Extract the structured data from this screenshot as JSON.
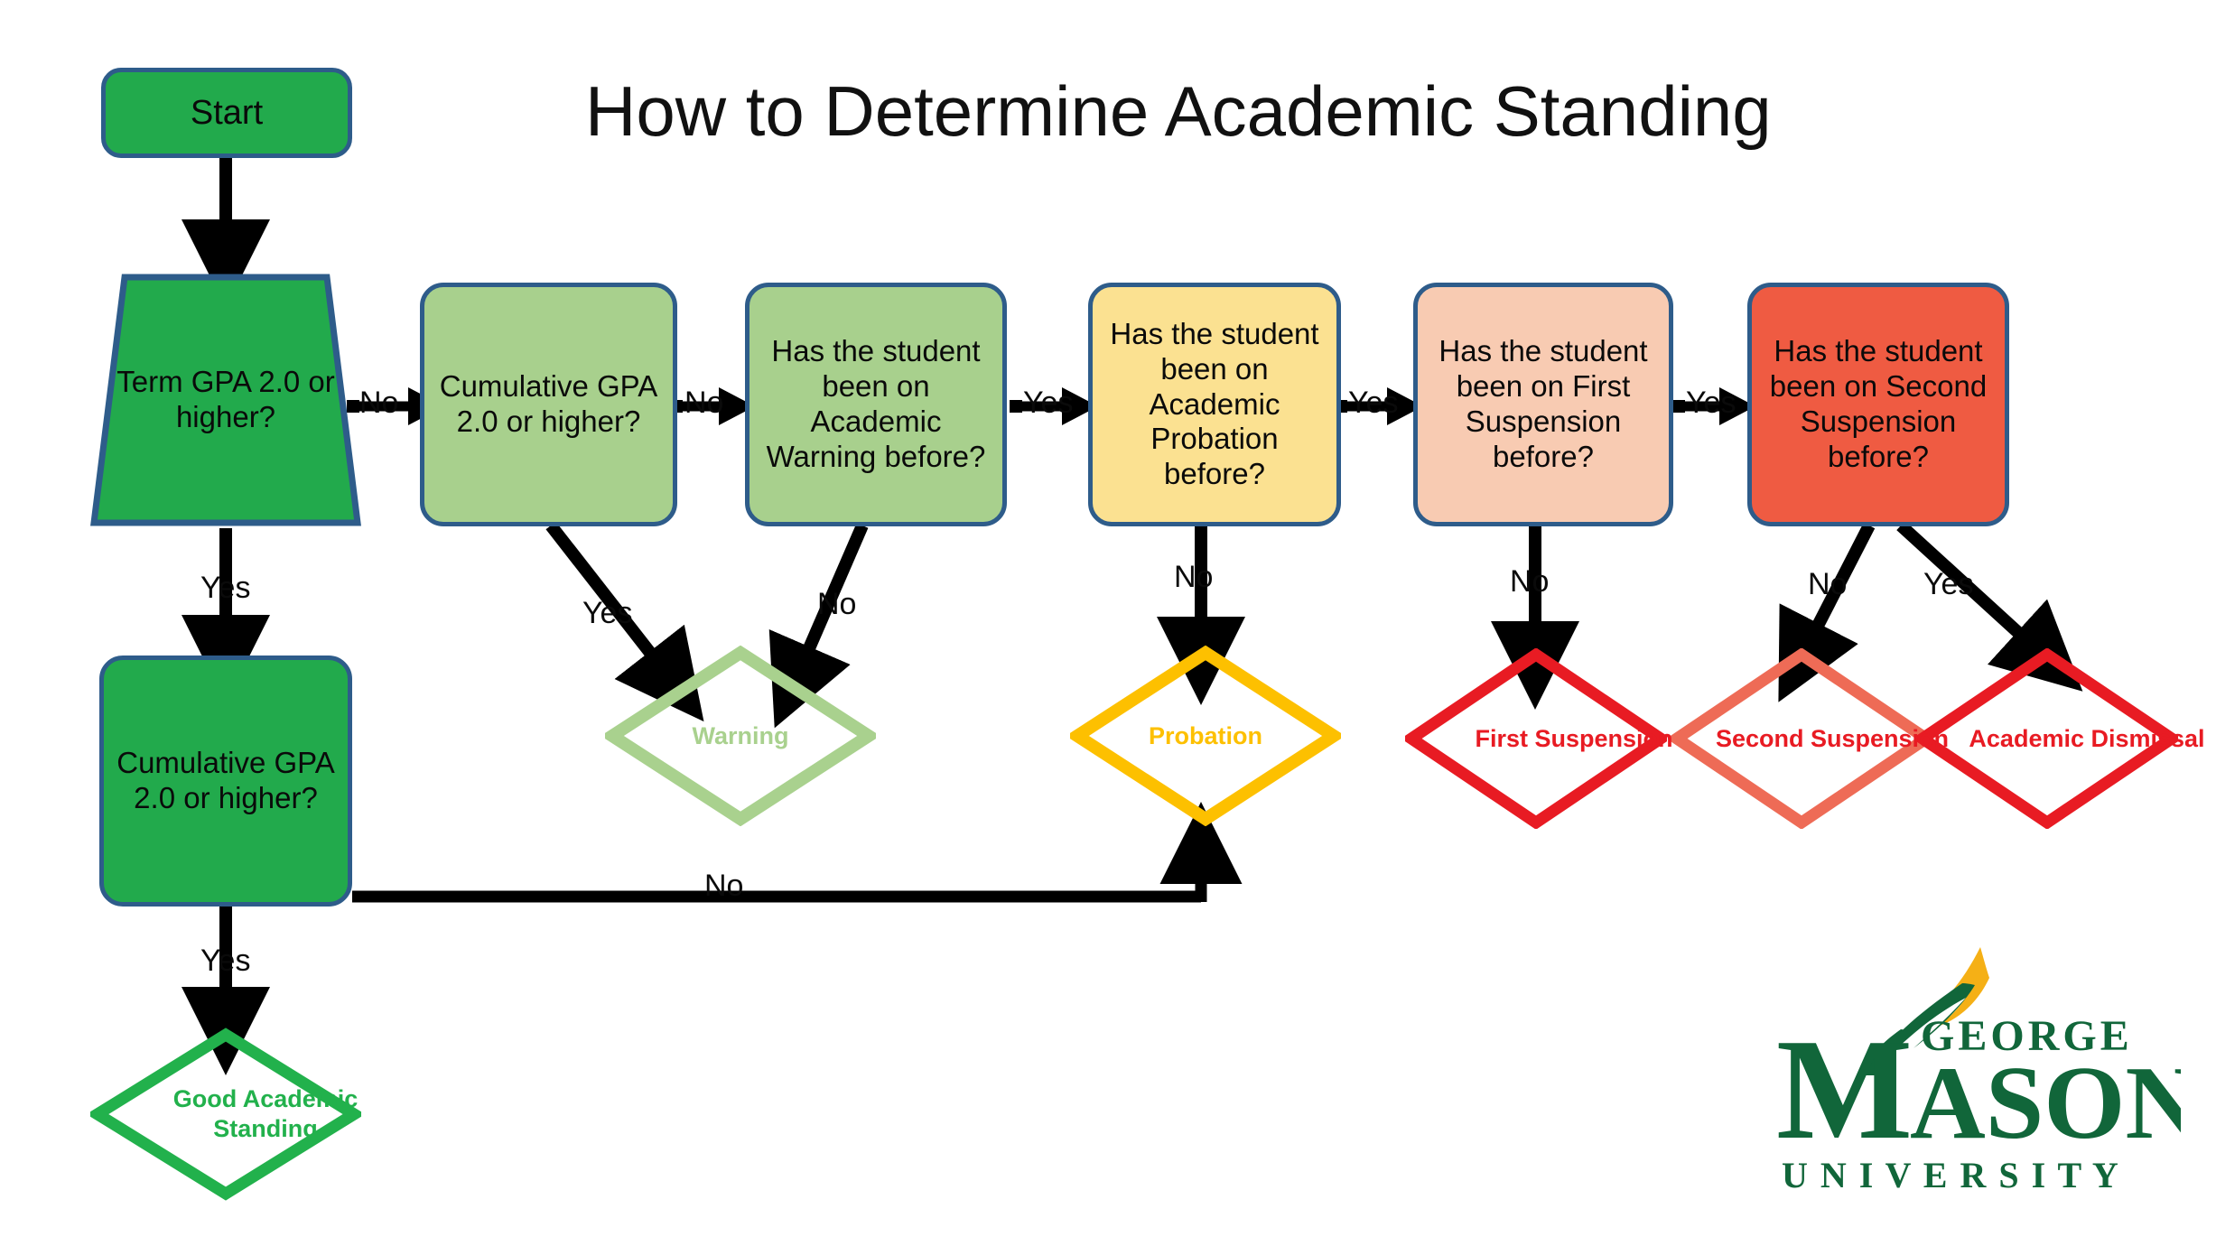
{
  "title": "How to Determine Academic Standing",
  "colors": {
    "start_fill": "#22aa4c",
    "node_border": "#2e5c8a",
    "dark_green_fill": "#22aa4c",
    "light_green_fill": "#a8d08d",
    "yellow_fill": "#fbe191",
    "light_red_fill": "#f8cbb2",
    "red_fill": "#ef5b42",
    "good_standing_outline": "#22b14c",
    "warning_outline": "#a9d18e",
    "probation_outline": "#fdc000",
    "first_suspension_outline": "#e81b23",
    "second_suspension_outline": "#ee6b56",
    "dismissal_outline": "#e81b23",
    "arrow": "#000000",
    "logo_green": "#11663a",
    "logo_gold": "#f5b016"
  },
  "nodes": {
    "start": {
      "label": "Start"
    },
    "term_gpa": {
      "label": "Term GPA 2.0 or higher?"
    },
    "cumulative_gpa_left": {
      "label": "Cumulative GPA 2.0 or higher?"
    },
    "cumulative_gpa_row": {
      "label": "Cumulative GPA 2.0 or higher?"
    },
    "academic_warning": {
      "label": "Has the student been on Academic Warning before?"
    },
    "academic_probation": {
      "label": "Has the student been on Academic Probation before?"
    },
    "first_suspension_q": {
      "label": "Has the student been on First Suspension before?"
    },
    "second_suspension_q": {
      "label": "Has the student been on Second Suspension before?"
    }
  },
  "outcomes": {
    "good_standing": {
      "label": "Good Academic Standing"
    },
    "warning": {
      "label": "Warning"
    },
    "probation": {
      "label": "Probation"
    },
    "first_suspension": {
      "label": "First Suspension"
    },
    "second_suspension": {
      "label": "Second Suspension"
    },
    "academic_dismissal": {
      "label": "Academic Dismissal"
    }
  },
  "edge_labels": {
    "term_no": "No",
    "term_yes": "Yes",
    "cum_left_yes": "Yes",
    "cum_left_no": "No",
    "cum_row_no": "No",
    "cum_row_yes": "Yes",
    "warning_yes": "Yes",
    "warning_no": "No",
    "probation_yes": "Yes",
    "probation_no": "No",
    "first_yes": "Yes",
    "first_no": "No",
    "second_no": "No",
    "second_yes": "Yes"
  },
  "logo": {
    "line1": "GEORGE",
    "line2": "MASON",
    "line3": "U N I V E R S I T Y",
    "mason_m": "M"
  },
  "chart_data": {
    "type": "diagram",
    "title": "How to Determine Academic Standing",
    "diagram_kind": "flowchart",
    "nodes": [
      {
        "id": "start",
        "text": "Start",
        "shape": "rounded-rect",
        "fill": "#22aa4c"
      },
      {
        "id": "term_gpa",
        "text": "Term GPA 2.0 or higher?",
        "shape": "trapezoid",
        "fill": "#22aa4c"
      },
      {
        "id": "cumulative_gpa_left",
        "text": "Cumulative GPA 2.0 or higher?",
        "shape": "rounded-rect",
        "fill": "#22aa4c"
      },
      {
        "id": "good_standing",
        "text": "Good Academic Standing",
        "shape": "diamond",
        "outline": "#22b14c"
      },
      {
        "id": "cumulative_gpa_row",
        "text": "Cumulative GPA 2.0 or higher?",
        "shape": "rounded-rect",
        "fill": "#a8d08d"
      },
      {
        "id": "academic_warning",
        "text": "Has the student been on Academic Warning before?",
        "shape": "rounded-rect",
        "fill": "#a8d08d"
      },
      {
        "id": "warning",
        "text": "Warning",
        "shape": "diamond",
        "outline": "#a9d18e"
      },
      {
        "id": "academic_probation",
        "text": "Has the student been on Academic Probation before?",
        "shape": "rounded-rect",
        "fill": "#fbe191"
      },
      {
        "id": "probation",
        "text": "Probation",
        "shape": "diamond",
        "outline": "#fdc000"
      },
      {
        "id": "first_suspension_q",
        "text": "Has the student been on First Suspension before?",
        "shape": "rounded-rect",
        "fill": "#f8cbb2"
      },
      {
        "id": "first_suspension",
        "text": "First Suspension",
        "shape": "diamond",
        "outline": "#e81b23"
      },
      {
        "id": "second_suspension_q",
        "text": "Has the student been on Second Suspension before?",
        "shape": "rounded-rect",
        "fill": "#ef5b42"
      },
      {
        "id": "second_suspension",
        "text": "Second Suspension",
        "shape": "diamond",
        "outline": "#ee6b56"
      },
      {
        "id": "academic_dismissal",
        "text": "Academic Dismissal",
        "shape": "diamond",
        "outline": "#e81b23"
      }
    ],
    "edges": [
      {
        "from": "start",
        "to": "term_gpa",
        "label": ""
      },
      {
        "from": "term_gpa",
        "to": "cumulative_gpa_row",
        "label": "No"
      },
      {
        "from": "term_gpa",
        "to": "cumulative_gpa_left",
        "label": "Yes"
      },
      {
        "from": "cumulative_gpa_left",
        "to": "good_standing",
        "label": "Yes"
      },
      {
        "from": "cumulative_gpa_left",
        "to": "probation",
        "label": "No"
      },
      {
        "from": "cumulative_gpa_row",
        "to": "warning",
        "label": "Yes"
      },
      {
        "from": "cumulative_gpa_row",
        "to": "academic_warning",
        "label": "No"
      },
      {
        "from": "academic_warning",
        "to": "warning",
        "label": "No"
      },
      {
        "from": "academic_warning",
        "to": "academic_probation",
        "label": "Yes"
      },
      {
        "from": "academic_probation",
        "to": "probation",
        "label": "No"
      },
      {
        "from": "academic_probation",
        "to": "first_suspension_q",
        "label": "Yes"
      },
      {
        "from": "first_suspension_q",
        "to": "first_suspension",
        "label": "No"
      },
      {
        "from": "first_suspension_q",
        "to": "second_suspension_q",
        "label": "Yes"
      },
      {
        "from": "second_suspension_q",
        "to": "second_suspension",
        "label": "No"
      },
      {
        "from": "second_suspension_q",
        "to": "academic_dismissal",
        "label": "Yes"
      }
    ]
  }
}
